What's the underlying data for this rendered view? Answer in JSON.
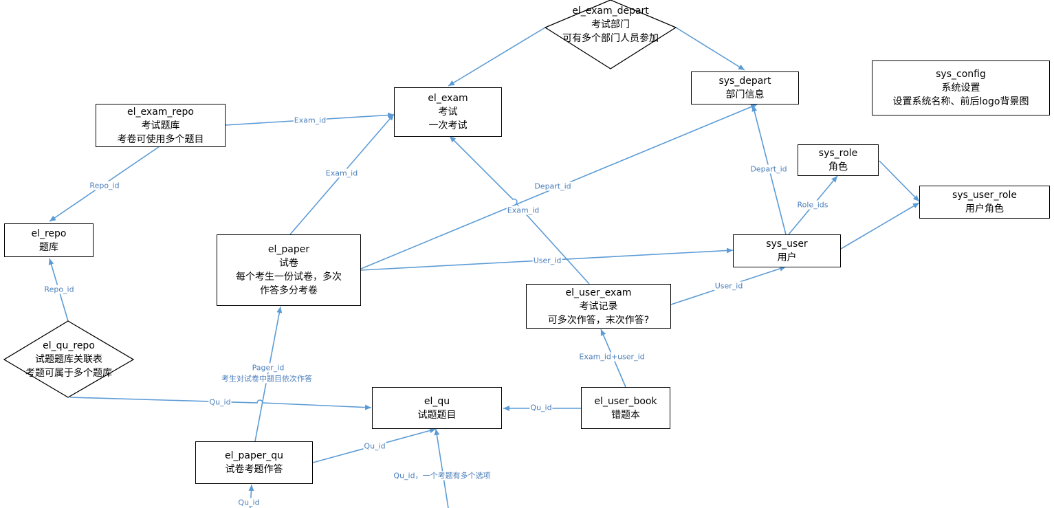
{
  "entities": {
    "el_exam_depart": {
      "name": "el_exam_depart",
      "line1": "考试部门",
      "line2": "可有多个部门人员参加"
    },
    "el_exam": {
      "name": "el_exam",
      "line1": "考试",
      "line2": "一次考试"
    },
    "sys_depart": {
      "name": "sys_depart",
      "line1": "部门信息"
    },
    "sys_config": {
      "name": "sys_config",
      "line1": "系统设置",
      "line2": "设置系统名称、前后logo背景图"
    },
    "el_exam_repo": {
      "name": "el_exam_repo",
      "line1": "考试题库",
      "line2": "考卷可使用多个题目"
    },
    "sys_role": {
      "name": "sys_role",
      "line1": "角色"
    },
    "sys_user_role": {
      "name": "sys_user_role",
      "line1": "用户角色"
    },
    "el_repo": {
      "name": "el_repo",
      "line1": "题库"
    },
    "el_paper": {
      "name": "el_paper",
      "line1": "试卷",
      "line2": "每个考生一份试卷，多次",
      "line3": "作答多分考卷"
    },
    "sys_user": {
      "name": "sys_user",
      "line1": "用户"
    },
    "el_user_exam": {
      "name": "el_user_exam",
      "line1": "考试记录",
      "line2": "可多次作答，末次作答?"
    },
    "el_qu_repo": {
      "name": "el_qu_repo",
      "line1": "试题题库关联表",
      "line2": "考题可属于多个题库"
    },
    "el_qu": {
      "name": "el_qu",
      "line1": "试题题目"
    },
    "el_user_book": {
      "name": "el_user_book",
      "line1": "错题本"
    },
    "el_paper_qu": {
      "name": "el_paper_qu",
      "line1": "试卷考题作答"
    }
  },
  "edge_labels": {
    "exam_repo_exam": "Exam_id",
    "exam_repo_repo": "Repo_id",
    "paper_exam": "Exam_id",
    "paper_depart": "Depart_id",
    "user_exam_exam": "Exam_id",
    "user_depart": "Depart_id",
    "user_role": "Role_ids",
    "paper_user": "User_id",
    "user_exam_user": "User_id",
    "qu_repo_repo": "Repo_id",
    "qu_repo_qu": "Qu_id",
    "paper_qu_paper_1": "Pager_id",
    "paper_qu_paper_2": "考生对试卷中题目依次作答",
    "user_book_user_exam": "Exam_id+user_id",
    "user_book_qu": "Qu_id",
    "paper_qu_qu": "Qu_id",
    "answer_qu": "Qu_id，一个考题有多个选项",
    "bottom_paper_qu": "Qu_id"
  },
  "colors": {
    "edge": "#5b9bd5",
    "edge_label": "#4a7ebb",
    "box_border": "#000000"
  }
}
